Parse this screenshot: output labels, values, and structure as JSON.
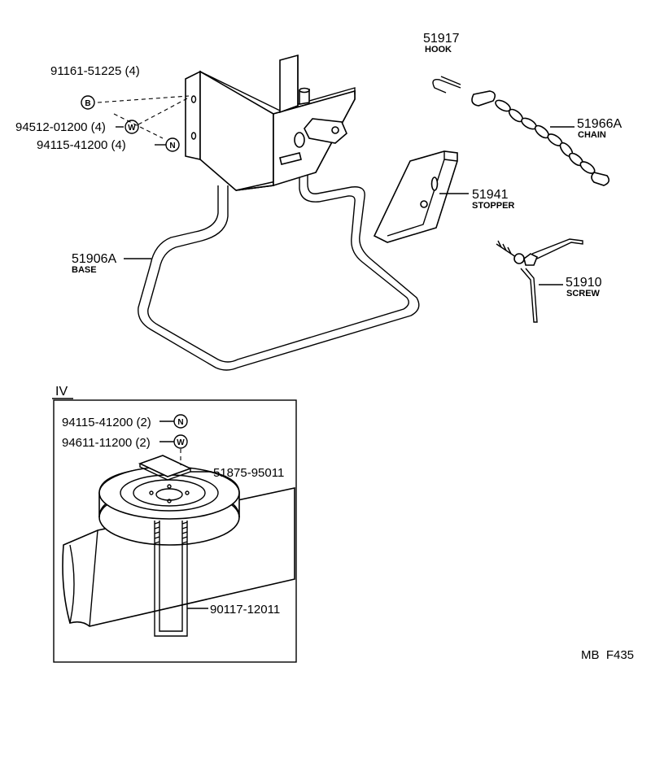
{
  "callouts": {
    "hook": {
      "part": "51917",
      "name": "HOOK"
    },
    "chain": {
      "part": "51966A",
      "name": "CHAIN"
    },
    "stopper": {
      "part": "51941",
      "name": "STOPPER"
    },
    "screw": {
      "part": "51910",
      "name": "SCREW"
    },
    "base": {
      "part": "51906A",
      "name": "BASE"
    },
    "bolt": {
      "part": "91161-51225 (4)",
      "symbol": "B"
    },
    "washer": {
      "part": "94512-01200 (4)",
      "symbol": "W"
    },
    "nut": {
      "part": "94115-41200 (4)",
      "symbol": "N"
    }
  },
  "inset": {
    "label": "IV",
    "nut": {
      "part": "94115-41200 (2)",
      "symbol": "N"
    },
    "washer": {
      "part": "94611-11200 (2)",
      "symbol": "W"
    },
    "plate": {
      "part": "51875-95011"
    },
    "u_bolt": {
      "part": "90117-12011"
    }
  },
  "footer": {
    "code": "MB  F435"
  }
}
